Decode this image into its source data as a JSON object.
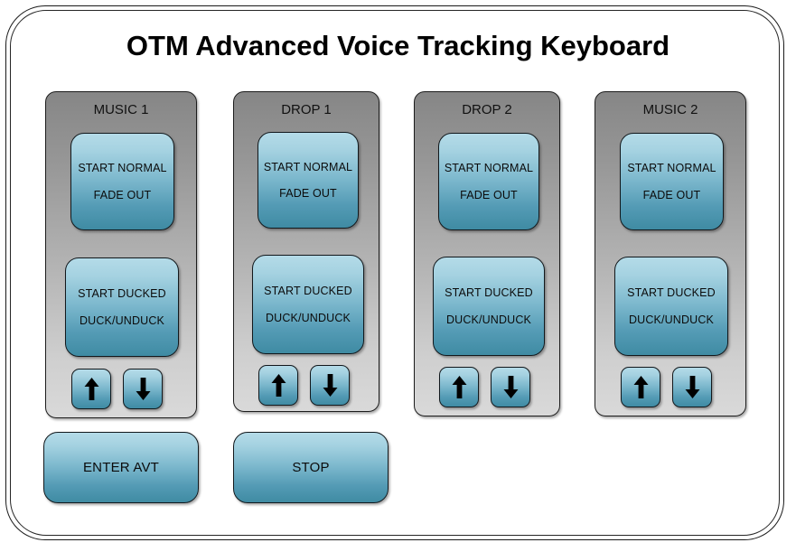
{
  "header": {
    "title": "OTM Advanced Voice Tracking Keyboard"
  },
  "colors": {
    "button_gradient_top": "#b4dbe8",
    "button_gradient_bottom": "#3f8ba3",
    "panel_gradient_top": "#868686",
    "panel_gradient_bottom": "#d9d9d9",
    "page_background": "#ffffff",
    "frame_stroke": "#1a1a1a",
    "text": "#0b0b0b"
  },
  "channels": [
    {
      "title": "MUSIC 1",
      "normal_button": {
        "line1": "START NORMAL",
        "line2": "FADE OUT"
      },
      "ducked_button": {
        "line1": "START DUCKED",
        "line2": "DUCK/UNDUCK"
      },
      "up_button": {
        "icon": "arrow-up-icon"
      },
      "down_button": {
        "icon": "arrow-down-icon"
      }
    },
    {
      "title": "DROP 1",
      "normal_button": {
        "line1": "START NORMAL",
        "line2": "FADE OUT"
      },
      "ducked_button": {
        "line1": "START DUCKED",
        "line2": "DUCK/UNDUCK"
      },
      "up_button": {
        "icon": "arrow-up-icon"
      },
      "down_button": {
        "icon": "arrow-down-icon"
      }
    },
    {
      "title": "DROP 2",
      "normal_button": {
        "line1": "START NORMAL",
        "line2": "FADE OUT"
      },
      "ducked_button": {
        "line1": "START DUCKED",
        "line2": "DUCK/UNDUCK"
      },
      "up_button": {
        "icon": "arrow-up-icon"
      },
      "down_button": {
        "icon": "arrow-down-icon"
      }
    },
    {
      "title": "MUSIC 2",
      "normal_button": {
        "line1": "START NORMAL",
        "line2": "FADE OUT"
      },
      "ducked_button": {
        "line1": "START DUCKED",
        "line2": "DUCK/UNDUCK"
      },
      "up_button": {
        "icon": "arrow-up-icon"
      },
      "down_button": {
        "icon": "arrow-down-icon"
      }
    }
  ],
  "actions": {
    "enter_avt_label": "ENTER AVT",
    "stop_label": "STOP"
  }
}
